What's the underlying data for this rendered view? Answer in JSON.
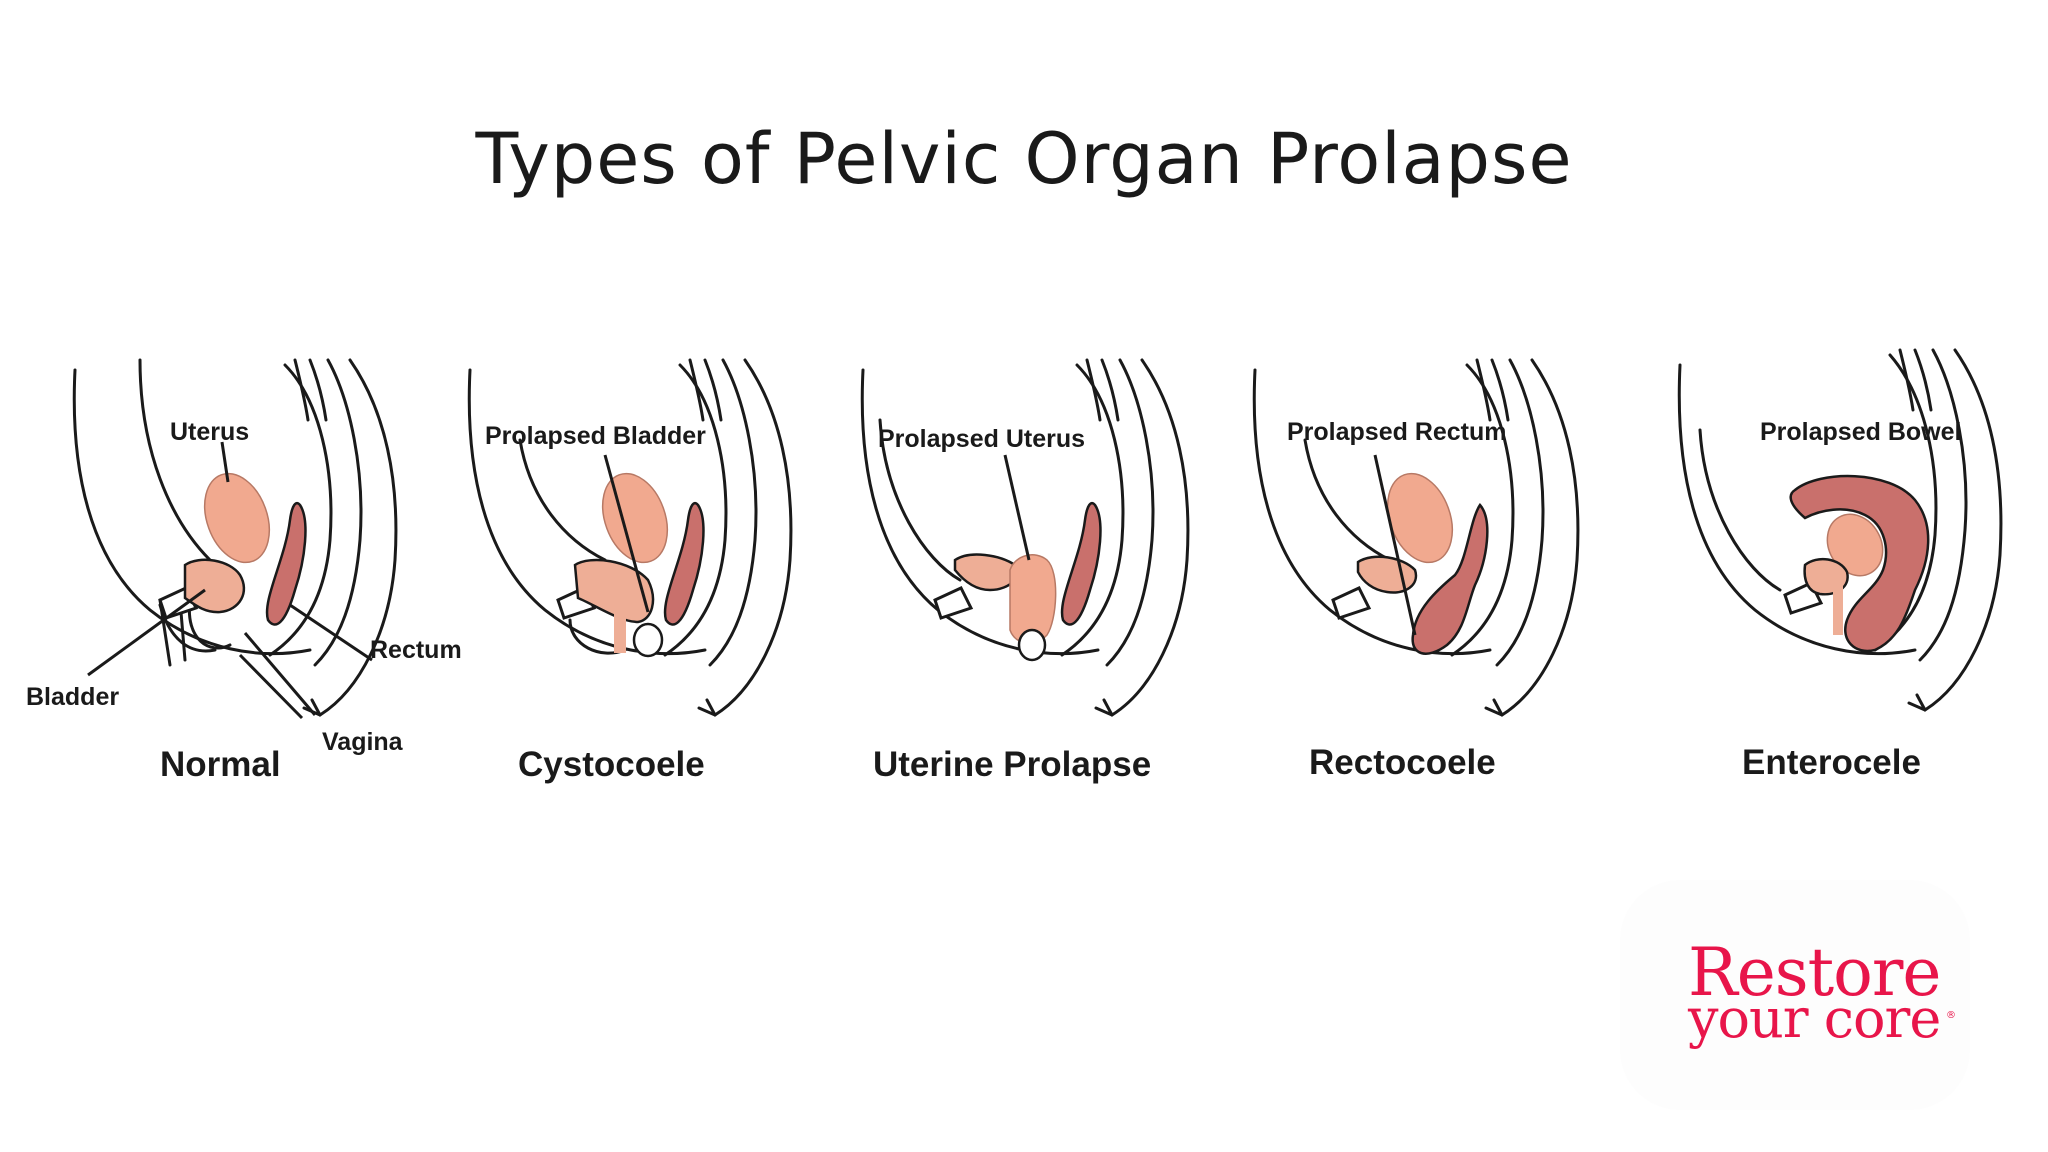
{
  "title": "Types of Pelvic Organ Prolapse",
  "colors": {
    "uterus": "#f1a98f",
    "rectum": "#c9706c",
    "bladder": "#eeae96",
    "outline": "#1a1a1a",
    "logo": "#e8154a"
  },
  "panels": [
    {
      "name": "Normal",
      "labels": {
        "uterus": "Uterus",
        "bladder": "Bladder",
        "rectum": "Rectum",
        "vagina": "Vagina"
      }
    },
    {
      "name": "Cystocoele",
      "label": "Prolapsed Bladder"
    },
    {
      "name": "Uterine Prolapse",
      "label": "Prolapsed Uterus"
    },
    {
      "name": "Rectocoele",
      "label": "Prolapsed Rectum"
    },
    {
      "name": "Enterocele",
      "label": "Prolapsed Bowel"
    }
  ],
  "logo": {
    "line1": "Restore",
    "line2": "your core",
    "mark": "®"
  }
}
